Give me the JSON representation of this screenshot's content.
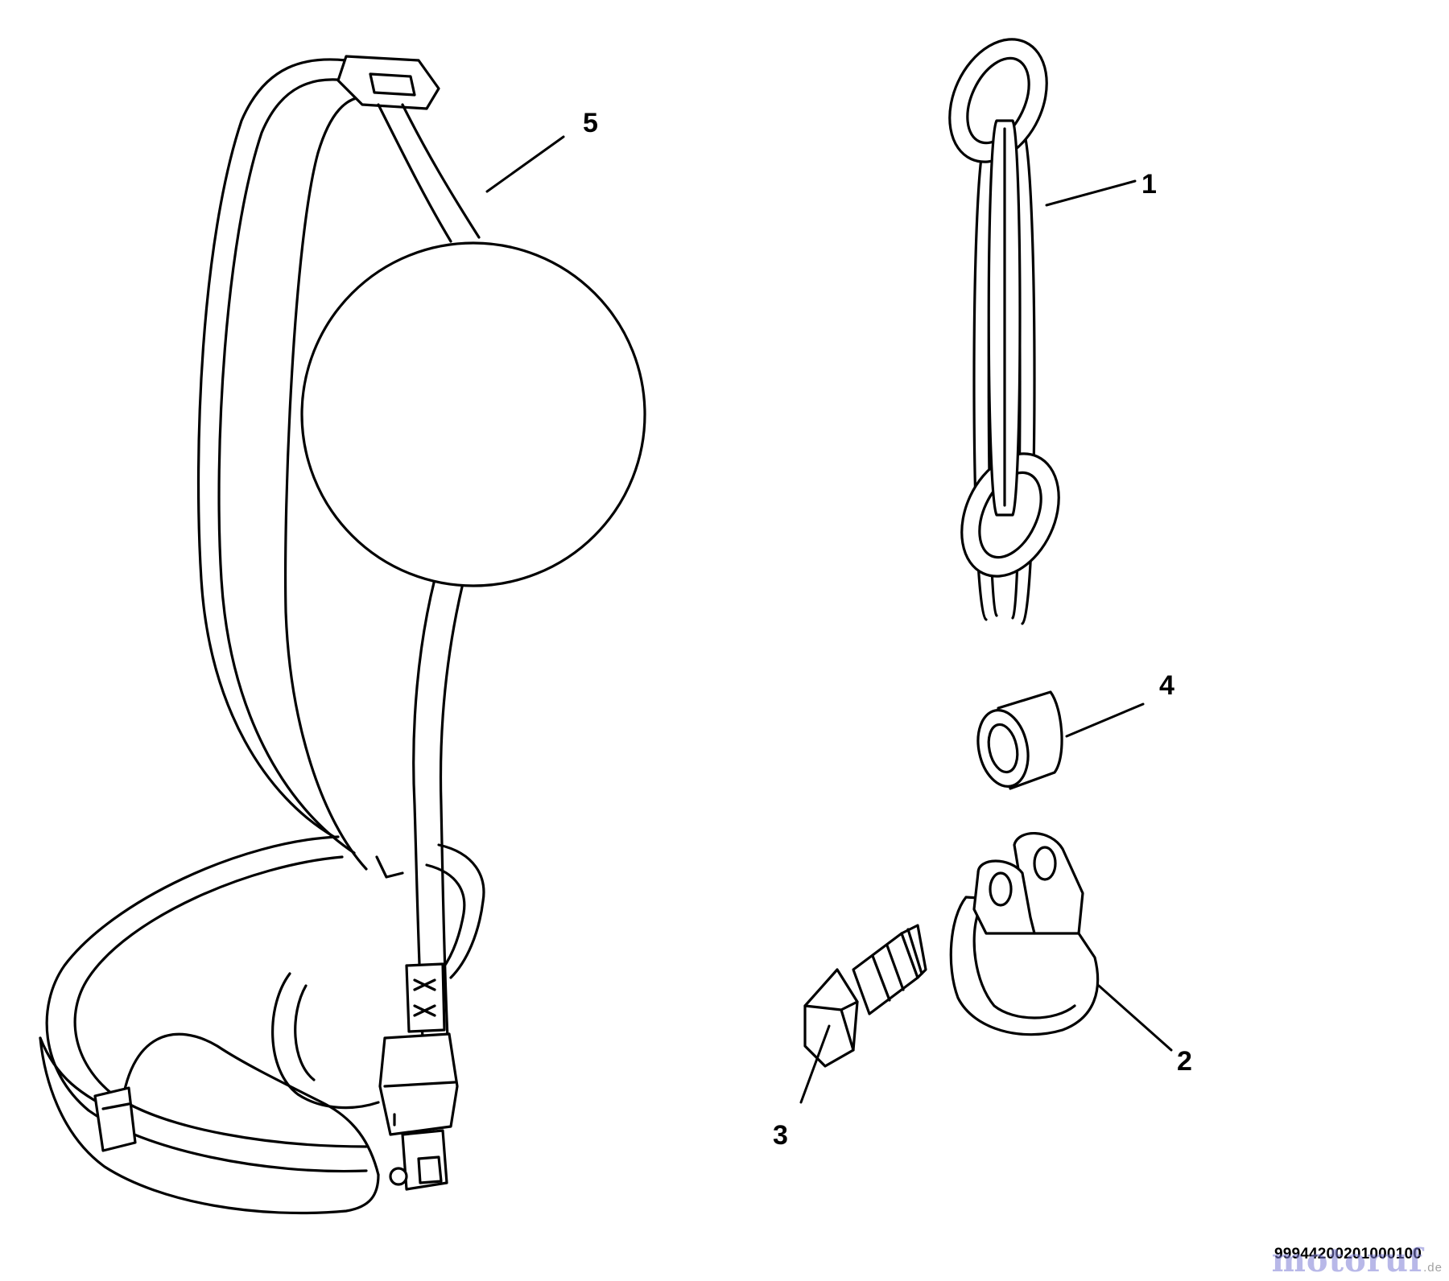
{
  "callouts": {
    "c1": "1",
    "c2": "2",
    "c3": "3",
    "c4": "4",
    "c5": "5"
  },
  "reference_number": "99944200201000100",
  "watermark": {
    "brand": "motoruf",
    "suffix": ".de"
  }
}
